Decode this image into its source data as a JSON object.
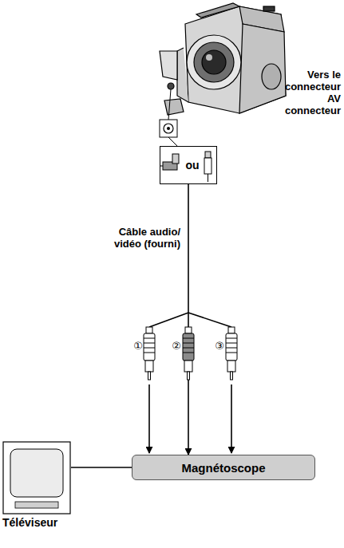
{
  "diagram": {
    "nodes": [
      {
        "text": [
          "ou"
        ]
      },
      {
        "text": [
          "Magnétoscope"
        ]
      },
      {
        "text": [
          "Téléviseur"
        ]
      }
    ],
    "edges": [
      {
        "from": 0,
        "to": 1,
        "arrow": "to",
        "label": "Câble audio/ vidéo (fourni)"
      },
      {
        "from": 2,
        "to": 1,
        "arrow": "none"
      }
    ],
    "labels": [
      "Vers le connecteur AV connecteur",
      "①",
      "②",
      "③"
    ]
  }
}
